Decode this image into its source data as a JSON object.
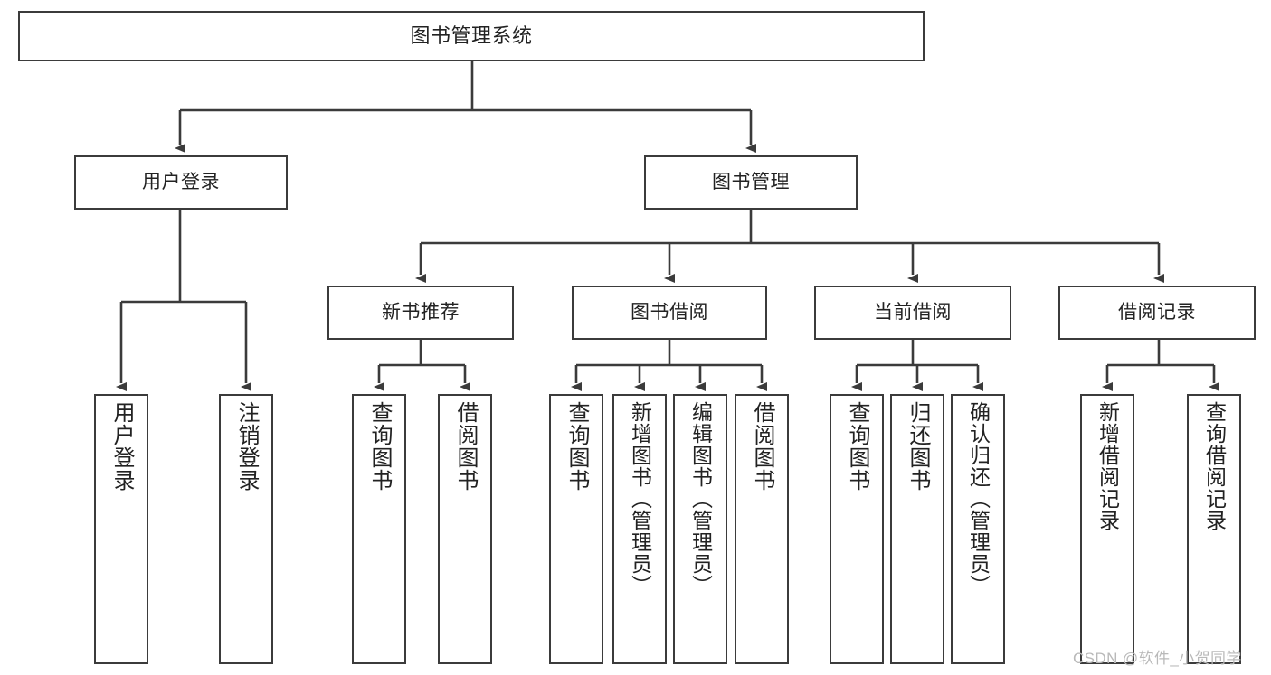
{
  "diagram": {
    "type": "tree",
    "title": "图书管理系统",
    "background_color": "#ffffff",
    "line_color": "#3b3b3b",
    "text_color": "#222222",
    "root": {
      "id": "root",
      "label": "图书管理系统"
    },
    "level1": [
      {
        "id": "user-login",
        "label": "用户登录"
      },
      {
        "id": "book-management",
        "label": "图书管理"
      }
    ],
    "level2": [
      {
        "id": "new-book-recommend",
        "label": "新书推荐",
        "parent": "book-management"
      },
      {
        "id": "book-borrow",
        "label": "图书借阅",
        "parent": "book-management"
      },
      {
        "id": "current-borrow",
        "label": "当前借阅",
        "parent": "book-management"
      },
      {
        "id": "borrow-record",
        "label": "借阅记录",
        "parent": "book-management"
      }
    ],
    "leaves": [
      {
        "id": "leaf-user-login",
        "label": "用户登录",
        "parent": "user-login"
      },
      {
        "id": "leaf-user-logout",
        "label": "注销登录",
        "parent": "user-login"
      },
      {
        "id": "leaf-query-book-1",
        "label": "查询图书",
        "parent": "new-book-recommend"
      },
      {
        "id": "leaf-borrow-book-1",
        "label": "借阅图书",
        "parent": "new-book-recommend"
      },
      {
        "id": "leaf-query-book-2",
        "label": "查询图书",
        "parent": "book-borrow"
      },
      {
        "id": "leaf-add-book",
        "label": "新增图书（管理员）",
        "parent": "book-borrow"
      },
      {
        "id": "leaf-edit-book",
        "label": "编辑图书（管理员）",
        "parent": "book-borrow"
      },
      {
        "id": "leaf-borrow-book-2",
        "label": "借阅图书",
        "parent": "book-borrow"
      },
      {
        "id": "leaf-query-book-3",
        "label": "查询图书",
        "parent": "current-borrow"
      },
      {
        "id": "leaf-return-book",
        "label": "归还图书",
        "parent": "current-borrow"
      },
      {
        "id": "leaf-confirm-return",
        "label": "确认归还（管理员）",
        "parent": "current-borrow"
      },
      {
        "id": "leaf-add-record",
        "label": "新增借阅记录",
        "parent": "borrow-record"
      },
      {
        "id": "leaf-query-record",
        "label": "查询借阅记录",
        "parent": "borrow-record"
      }
    ]
  },
  "watermark": {
    "text": "CSDN @软件_小贺同学"
  }
}
